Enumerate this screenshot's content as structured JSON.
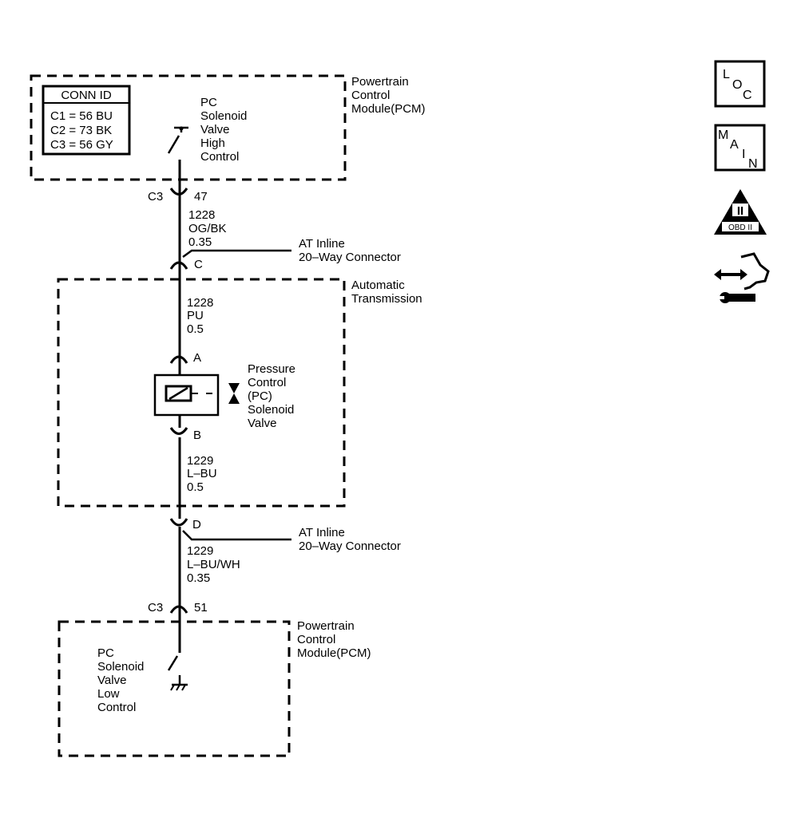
{
  "pcm_top": {
    "label_lines": [
      "Powertrain",
      "Control",
      "Module(PCM)"
    ],
    "conn_id": {
      "title": "CONN ID",
      "rows": [
        "C1 = 56 BU",
        "C2 = 73 BK",
        "C3 = 56 GY"
      ]
    },
    "switch_label_lines": [
      "PC",
      "Solenoid",
      "Valve",
      "High",
      "Control"
    ]
  },
  "connector_c3_top": {
    "name": "C3",
    "pin": "47"
  },
  "wire_top": {
    "circuit": "1228",
    "color": "OG/BK",
    "size": "0.35"
  },
  "inline_top": {
    "pin": "C",
    "label_lines": [
      "AT Inline",
      "20–Way Connector"
    ]
  },
  "transmission": {
    "label_lines": [
      "Automatic",
      "Transmission"
    ],
    "wire_upper": {
      "circuit": "1228",
      "color": "PU",
      "size": "0.5"
    },
    "pin_a": "A",
    "pin_b": "B",
    "solenoid_label_lines": [
      "Pressure",
      "Control",
      "(PC)",
      "Solenoid",
      "Valve"
    ],
    "wire_lower": {
      "circuit": "1229",
      "color": "L–BU",
      "size": "0.5"
    }
  },
  "inline_bottom": {
    "pin": "D",
    "label_lines": [
      "AT Inline",
      "20–Way Connector"
    ]
  },
  "wire_bottom": {
    "circuit": "1229",
    "color": "L–BU/WH",
    "size": "0.35"
  },
  "connector_c3_bottom": {
    "name": "C3",
    "pin": "51"
  },
  "pcm_bottom": {
    "label_lines": [
      "Powertrain",
      "Control",
      "Module(PCM)"
    ],
    "switch_label_lines": [
      "PC",
      "Solenoid",
      "Valve",
      "Low",
      "Control"
    ]
  },
  "side_icons": {
    "loc": {
      "icon": "loc-icon",
      "letters": [
        "L",
        "O",
        "C"
      ]
    },
    "main": {
      "icon": "main-icon",
      "letters": [
        "M",
        "A",
        "I",
        "N"
      ]
    },
    "obd": {
      "icon": "obd-ii-icon",
      "roman": "II",
      "text": "OBD II"
    },
    "connector_views": {
      "icon": "connector-wrench-icon"
    }
  }
}
